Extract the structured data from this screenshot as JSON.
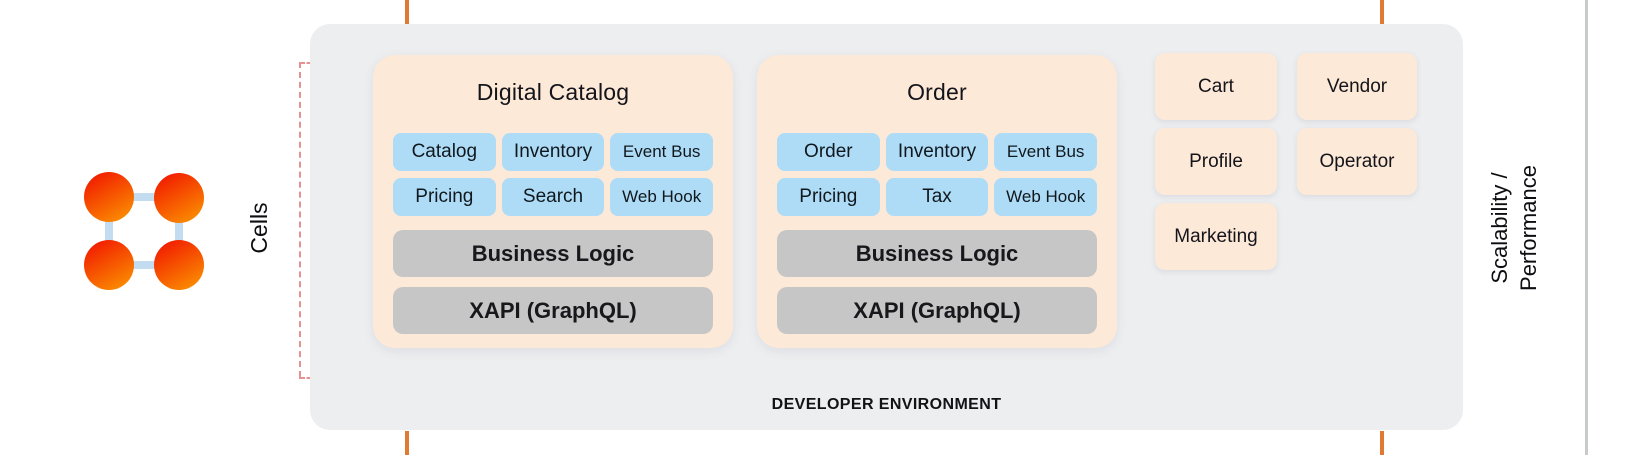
{
  "colors": {
    "container_bg": "#edeef0",
    "card_peach": "#fce9d8",
    "chip_blue": "#aedcf6",
    "layer_gray": "#c6c6c6",
    "accent_orange": "#e07a33",
    "bracket_salmon": "#e79191",
    "divider_gray": "#c9cacc",
    "cell_gradient_start": "#f21f00",
    "cell_gradient_end": "#fb8f00",
    "cell_link_blue": "#c3dcef"
  },
  "left_panel": {
    "cells_label": "Cells",
    "icon": "cells-cluster-icon"
  },
  "environment": {
    "footer_label": "DEVELOPER ENVIRONMENT",
    "cards": [
      {
        "title": "Digital Catalog",
        "services": [
          [
            "Catalog",
            "Inventory",
            "Event Bus"
          ],
          [
            "Pricing",
            "Search",
            "Web Hook"
          ]
        ],
        "layers": [
          "Business Logic",
          "XAPI (GraphQL)"
        ]
      },
      {
        "title": "Order",
        "services": [
          [
            "Order",
            "Inventory",
            "Event Bus"
          ],
          [
            "Pricing",
            "Tax",
            "Web Hook"
          ]
        ],
        "layers": [
          "Business Logic",
          "XAPI (GraphQL)"
        ]
      }
    ],
    "side_modules": [
      "Cart",
      "Vendor",
      "Profile",
      "Operator",
      "Marketing"
    ]
  },
  "right_panel": {
    "label_line1": "Scalability /",
    "label_line2": "Performance"
  }
}
